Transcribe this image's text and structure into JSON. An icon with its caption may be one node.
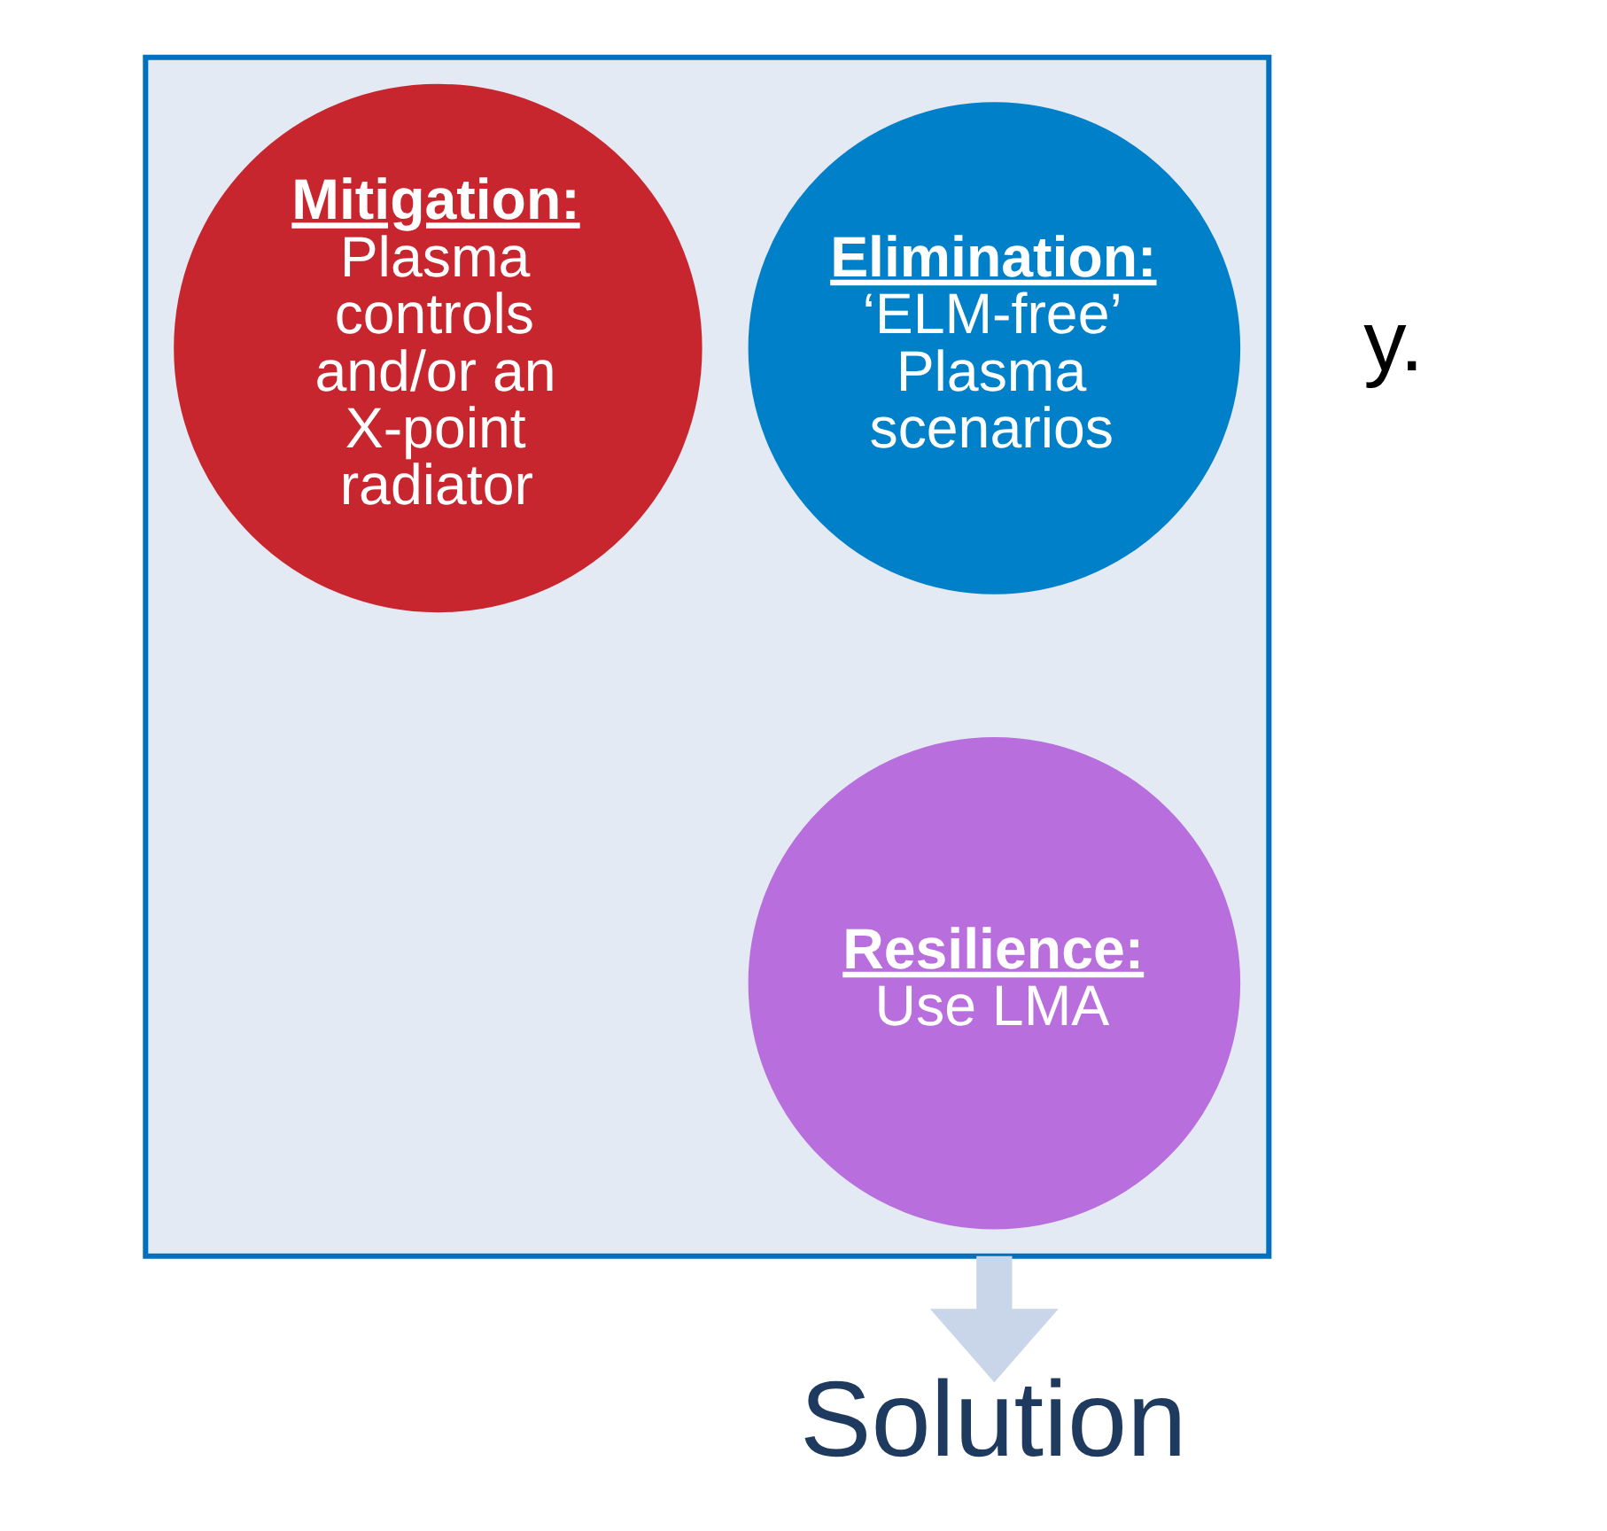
{
  "diagram": {
    "nodes": [
      {
        "text": [],
        "shape": "funnel"
      },
      {
        "text": [
          "Elimination:",
          "‘ELM-free’ Plasma scenarios"
        ],
        "in": 0
      },
      {
        "text": [
          "Mitigation:",
          "Plasma controls and/or an X-point radiator"
        ],
        "in": 0
      },
      {
        "text": [
          "Resilience:",
          "Use LMA"
        ],
        "in": 0
      },
      {
        "text": [
          "Solution"
        ]
      }
    ],
    "edges": [
      {
        "from": 0,
        "to": 4,
        "arrow": "to"
      }
    ],
    "labels": [
      "y."
    ]
  }
}
